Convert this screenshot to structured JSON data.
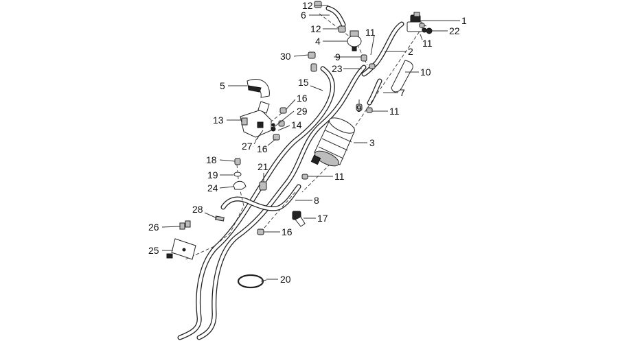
{
  "diagram": {
    "callouts": [
      {
        "id": "c1",
        "text": "1"
      },
      {
        "id": "c2",
        "text": "2"
      },
      {
        "id": "c3",
        "text": "3"
      },
      {
        "id": "c4",
        "text": "4"
      },
      {
        "id": "c5",
        "text": "5"
      },
      {
        "id": "c6",
        "text": "6"
      },
      {
        "id": "c7",
        "text": "7"
      },
      {
        "id": "c8",
        "text": "8"
      },
      {
        "id": "c9a",
        "text": "9"
      },
      {
        "id": "c9b",
        "text": "9"
      },
      {
        "id": "c10",
        "text": "10"
      },
      {
        "id": "c11a",
        "text": "11"
      },
      {
        "id": "c11b",
        "text": "11"
      },
      {
        "id": "c11c",
        "text": "11"
      },
      {
        "id": "c11d",
        "text": "11"
      },
      {
        "id": "c12a",
        "text": "12"
      },
      {
        "id": "c12b",
        "text": "12"
      },
      {
        "id": "c13",
        "text": "13"
      },
      {
        "id": "c14",
        "text": "14"
      },
      {
        "id": "c15",
        "text": "15"
      },
      {
        "id": "c16a",
        "text": "16"
      },
      {
        "id": "c16b",
        "text": "16"
      },
      {
        "id": "c16c",
        "text": "16"
      },
      {
        "id": "c17",
        "text": "17"
      },
      {
        "id": "c18",
        "text": "18"
      },
      {
        "id": "c19",
        "text": "19"
      },
      {
        "id": "c20",
        "text": "20"
      },
      {
        "id": "c21",
        "text": "21"
      },
      {
        "id": "c22",
        "text": "22"
      },
      {
        "id": "c23",
        "text": "23"
      },
      {
        "id": "c24",
        "text": "24"
      },
      {
        "id": "c25",
        "text": "25"
      },
      {
        "id": "c26",
        "text": "26"
      },
      {
        "id": "c27",
        "text": "27"
      },
      {
        "id": "c28",
        "text": "28"
      },
      {
        "id": "c29",
        "text": "29"
      },
      {
        "id": "c30",
        "text": "30"
      }
    ]
  }
}
